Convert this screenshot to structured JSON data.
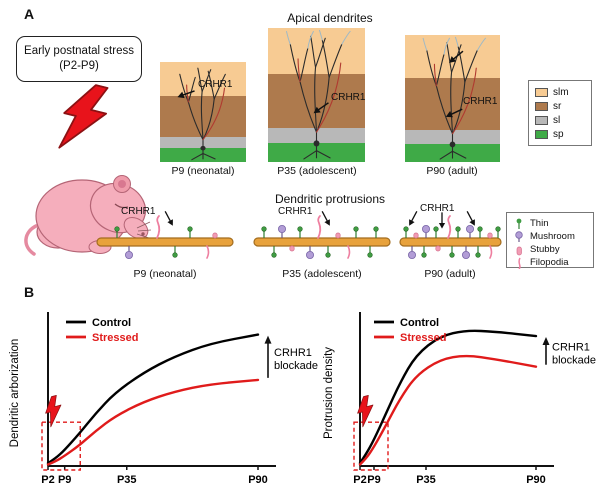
{
  "panel_a": {
    "label": "A",
    "stress_box": {
      "line1": "Early postnatal stress",
      "line2": "(P2-P9)"
    },
    "apical_title": "Apical dendrites",
    "receptor_label": "CRHR1",
    "cortex_panels": [
      {
        "caption": "P9 (neonatal)"
      },
      {
        "caption": "P35 (adolescent)"
      },
      {
        "caption": "P90 (adult)"
      }
    ],
    "layer_legend": [
      {
        "label": "slm",
        "color": "#f7cb93"
      },
      {
        "label": "sr",
        "color": "#ae7a4d"
      },
      {
        "label": "sl",
        "color": "#b8b8b8"
      },
      {
        "label": "sp",
        "color": "#3faa47"
      }
    ],
    "protrusions_title": "Dendritic protrusions",
    "protrusion_panels": [
      {
        "caption": "P9 (neonatal)"
      },
      {
        "caption": "P35 (adolescent)"
      },
      {
        "caption": "P90 (adult)"
      }
    ],
    "protrusion_legend": [
      {
        "label": "Thin"
      },
      {
        "label": "Mushroom"
      },
      {
        "label": "Stubby"
      },
      {
        "label": "Filopodia"
      }
    ]
  },
  "panel_b": {
    "label": "B"
  },
  "chart_data": [
    {
      "type": "line",
      "title": "",
      "xlabel": "",
      "ylabel": "Dendritic arborization",
      "ylim": [
        0,
        100
      ],
      "grid": false,
      "legend_position": "top-left",
      "x_ticks": {
        "labels": [
          "P2",
          "P9",
          "P35",
          "P90"
        ],
        "values": [
          2,
          9,
          35,
          90
        ]
      },
      "x": [
        2,
        5,
        9,
        15,
        22,
        30,
        42,
        55,
        70,
        90
      ],
      "series": [
        {
          "name": "Control",
          "color": "#000000",
          "values": [
            2,
            5,
            11,
            22,
            36,
            50,
            64,
            75,
            84,
            90
          ]
        },
        {
          "name": "Stressed",
          "color": "#e01b1b",
          "values": [
            1,
            3,
            7,
            14,
            24,
            34,
            44,
            51,
            56,
            59
          ]
        }
      ],
      "annotation": {
        "line1": "CRHR1",
        "line2": "blockade"
      },
      "highlight": {
        "x_from": 2,
        "x_to": 13,
        "y_to": 30,
        "color": "#e01b1b",
        "note": "early stress window P2-P9"
      }
    },
    {
      "type": "line",
      "title": "",
      "xlabel": "",
      "ylabel": "Protrusion density",
      "ylim": [
        0,
        100
      ],
      "grid": false,
      "legend_position": "top-left",
      "x_ticks": {
        "labels": [
          "P2",
          "P9",
          "P35",
          "P90"
        ],
        "values": [
          2,
          9,
          35,
          90
        ]
      },
      "x": [
        2,
        5,
        9,
        15,
        22,
        30,
        42,
        55,
        70,
        90
      ],
      "series": [
        {
          "name": "Control",
          "color": "#000000",
          "values": [
            2,
            8,
            18,
            36,
            57,
            76,
            89,
            93,
            92,
            89
          ]
        },
        {
          "name": "Stressed",
          "color": "#e01b1b",
          "values": [
            1,
            5,
            13,
            28,
            46,
            62,
            73,
            76,
            73,
            68
          ]
        }
      ],
      "annotation": {
        "line1": "CRHR1",
        "line2": "blockade"
      },
      "highlight": {
        "x_from": 2,
        "x_to": 13,
        "y_to": 30,
        "color": "#e01b1b",
        "note": "early stress window P2-P9"
      }
    }
  ]
}
